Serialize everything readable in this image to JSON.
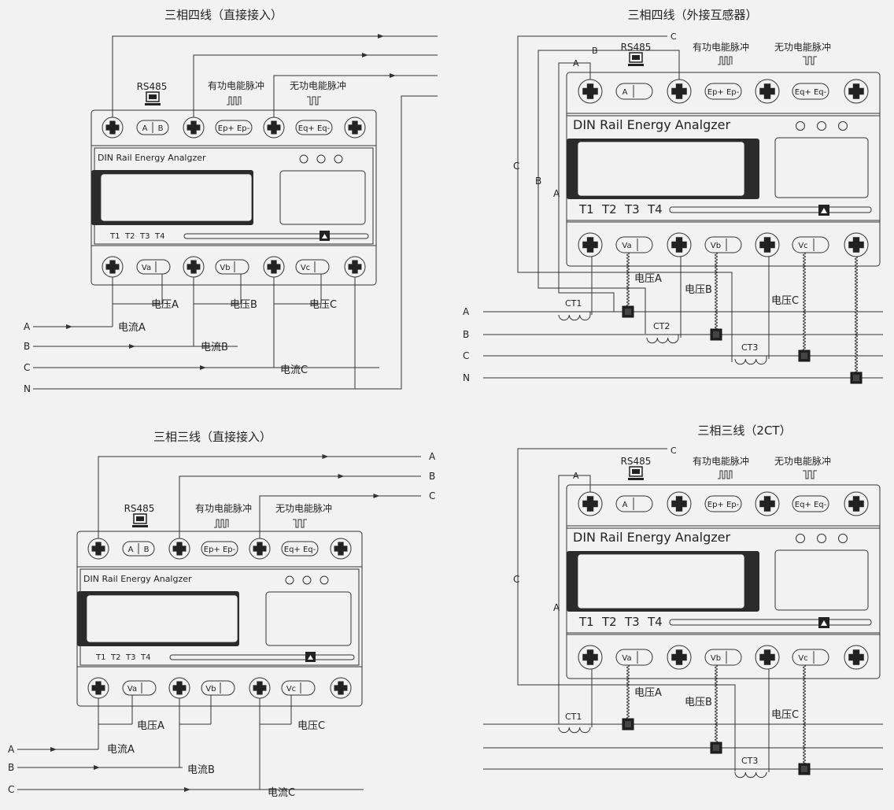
{
  "panels": [
    {
      "id": "p1",
      "title": "三相四线（直接接入）",
      "device_name": "DIN Rail Energy Analgzer",
      "rs485": "RS485",
      "active_pulse": "有功电能脉冲",
      "reactive_pulse": "无功电能脉冲",
      "port_ab": [
        "A",
        "B"
      ],
      "port_ep": "Ep+ Ep-",
      "port_eq": "Eq+ Eq-",
      "v_ports": [
        "Va",
        "Vb",
        "Vc"
      ],
      "tariffs": [
        "T1",
        "T2",
        "T3",
        "T4"
      ],
      "voltage_labels": [
        "电压A",
        "电压B",
        "电压C"
      ],
      "current_labels": [
        "电流A",
        "电流B",
        "电流C"
      ],
      "lines": [
        "A",
        "B",
        "C",
        "N"
      ]
    },
    {
      "id": "p2",
      "title": "三相四线（外接互感器）",
      "device_name": "DIN Rail Energy Analgzer",
      "rs485": "RS485",
      "active_pulse": "有功电能脉冲",
      "reactive_pulse": "无功电能脉冲",
      "port_a": "A",
      "port_ep": "Ep+ Ep-",
      "port_eq": "Eq+ Eq-",
      "v_ports": [
        "Va",
        "Vb",
        "Vc"
      ],
      "tariffs": [
        "T1",
        "T2",
        "T3",
        "T4"
      ],
      "voltage_labels": [
        "电压A",
        "电压B",
        "电压C"
      ],
      "cts": [
        "CT1",
        "CT2",
        "CT3"
      ],
      "lines": [
        "A",
        "B",
        "C",
        "N"
      ],
      "comm_labels": [
        "C",
        "B",
        "A"
      ]
    },
    {
      "id": "p3",
      "title": "三相三线（直接接入）",
      "device_name": "DIN Rail Energy Analgzer",
      "rs485": "RS485",
      "active_pulse": "有功电能脉冲",
      "reactive_pulse": "无功电能脉冲",
      "port_ab": [
        "A",
        "B"
      ],
      "port_ep": "Ep+ Ep-",
      "port_eq": "Eq+ Eq-",
      "v_ports": [
        "Va",
        "Vb",
        "Vc"
      ],
      "tariffs": [
        "T1",
        "T2",
        "T3",
        "T4"
      ],
      "voltage_labels": [
        "电压A",
        "电压B",
        "电压C"
      ],
      "current_labels": [
        "电流A",
        "电流B",
        "电流C"
      ],
      "lines": [
        "A",
        "B",
        "C"
      ]
    },
    {
      "id": "p4",
      "title": "三相三线（2CT）",
      "device_name": "DIN Rail Energy Analgzer",
      "rs485": "RS485",
      "active_pulse": "有功电能脉冲",
      "reactive_pulse": "无功电能脉冲",
      "port_a": "A",
      "port_ep": "Ep+ Ep-",
      "port_eq": "Eq+ Eq-",
      "v_ports": [
        "Va",
        "Vb",
        "Vc"
      ],
      "tariffs": [
        "T1",
        "T2",
        "T3",
        "T4"
      ],
      "voltage_labels": [
        "电压A",
        "电压B",
        "电压C"
      ],
      "cts": [
        "CT1",
        "CT3"
      ],
      "comm_labels": [
        "C",
        "A"
      ]
    }
  ]
}
